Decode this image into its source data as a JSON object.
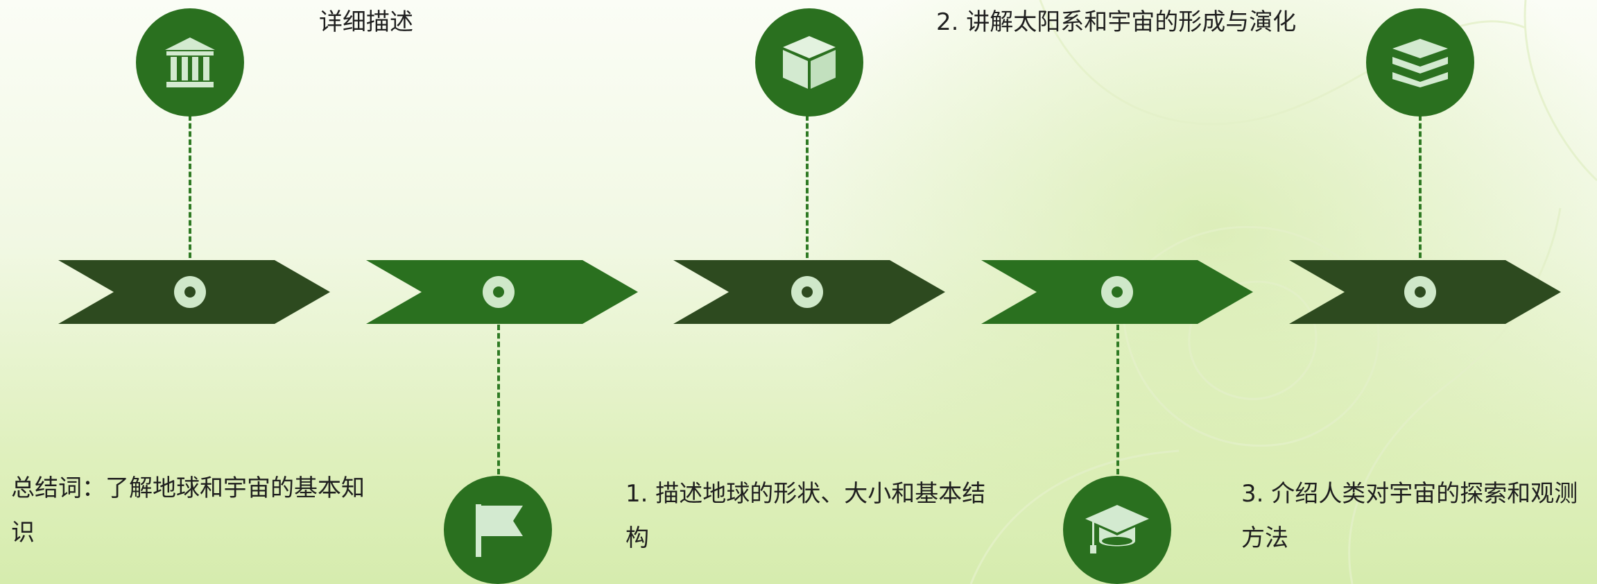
{
  "diagram": {
    "steps": [
      {
        "id": "step-1",
        "icon": "building-icon",
        "color": "#2d4a1f"
      },
      {
        "id": "step-2",
        "icon": "flag-icon",
        "color": "#2a701f"
      },
      {
        "id": "step-3",
        "icon": "cube-icon",
        "color": "#2d4a1f"
      },
      {
        "id": "step-4",
        "icon": "graduation-cap-icon",
        "color": "#2a701f"
      },
      {
        "id": "step-5",
        "icon": "layers-icon",
        "color": "#2d4a1f"
      }
    ],
    "labels": {
      "top_1": "详细描述",
      "top_3": "2. 讲解太阳系和宇宙的形成与演化",
      "bottom_1": "总结词：了解地球和宇宙的基本知识",
      "bottom_2": "1. 描述地球的形状、大小和基本结构",
      "bottom_5": "3. 介绍人类对宇宙的探索和观测方法"
    }
  },
  "colors": {
    "dark_green": "#2d4a1f",
    "mid_green": "#2a701f",
    "icon_light": "#d3ead0",
    "dot_light": "#cfe8c9"
  }
}
